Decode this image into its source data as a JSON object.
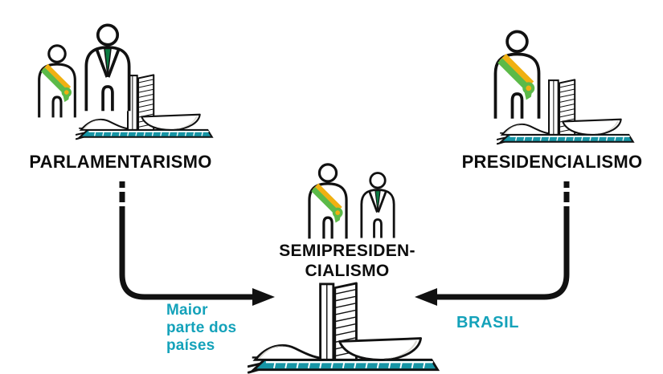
{
  "colors": {
    "accent-cyan": "#14a2ba",
    "sash-green": "#5cba48",
    "sash-yellow": "#f0b012",
    "tie-green": "#0b7b42",
    "base-teal": "#1695a5",
    "outline": "#111111",
    "shade-gray": "#dcdad4"
  },
  "nodes": {
    "parliamentarism": {
      "label": "PARLAMENTARISMO",
      "icons": [
        "president-with-sash-icon",
        "prime-minister-with-tie-icon",
        "national-congress-building-icon"
      ]
    },
    "presidentialism": {
      "label": "PRESIDENCIALISMO",
      "icons": [
        "president-with-sash-icon",
        "national-congress-building-icon"
      ]
    },
    "semi_presidentialism": {
      "label": "SEMIPRESIDEN-\nCIALISMO",
      "icons": [
        "president-with-sash-icon",
        "prime-minister-with-tie-icon",
        "national-congress-building-icon"
      ]
    }
  },
  "arrows": {
    "left": {
      "from": "parliamentarism",
      "to": "semi_presidentialism",
      "label": "Maior\nparte dos\npaíses"
    },
    "right": {
      "from": "presidentialism",
      "to": "semi_presidentialism",
      "label": "BRASIL"
    }
  }
}
